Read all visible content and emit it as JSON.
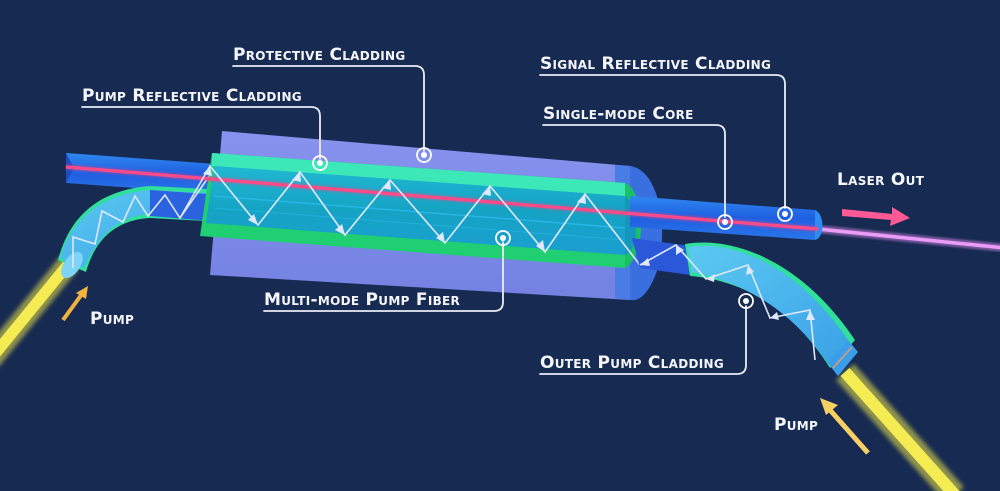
{
  "title": "Fiber laser pump coupling diagram",
  "colors": {
    "background": "#172a52",
    "protective_cladding": "#7f8ce8",
    "protective_cladding_end": "#3a6fe0",
    "pump_reflective_cladding_top": "#3de8b8",
    "pump_reflective_cladding_bottom": "#1fcf72",
    "multimode_pump_fiber": "#1aa8c8",
    "signal_reflective_cladding": "#1f6fe8",
    "single_mode_core": "#ff3d7f",
    "laser_out_arrow": "#ff5a95",
    "laser_beam": "#e38af2",
    "pump_arrow": "#f2b33d",
    "pump_beam": "#f2ea4a",
    "pump_fiber": "#4fb4f0",
    "outer_pump_cladding": "#2fe09a",
    "label_text": "#f4f6fb"
  },
  "labels": {
    "protective_cladding": "Protective Cladding",
    "pump_reflective_cladding": "Pump Reflective Cladding",
    "signal_reflective_cladding": "Signal Reflective Cladding",
    "single_mode_core": "Single-mode Core",
    "laser_out": "Laser Out",
    "multimode_pump_fiber": "Multi-mode Pump Fiber",
    "outer_pump_cladding": "Outer Pump Cladding",
    "pump_left": "Pump",
    "pump_right": "Pump"
  },
  "icons": {
    "laser_out_arrow": "arrow-right-icon",
    "pump_left_arrow": "arrow-up-right-icon",
    "pump_right_arrow": "arrow-up-left-icon",
    "callout_marker": "ring-dot-icon"
  }
}
